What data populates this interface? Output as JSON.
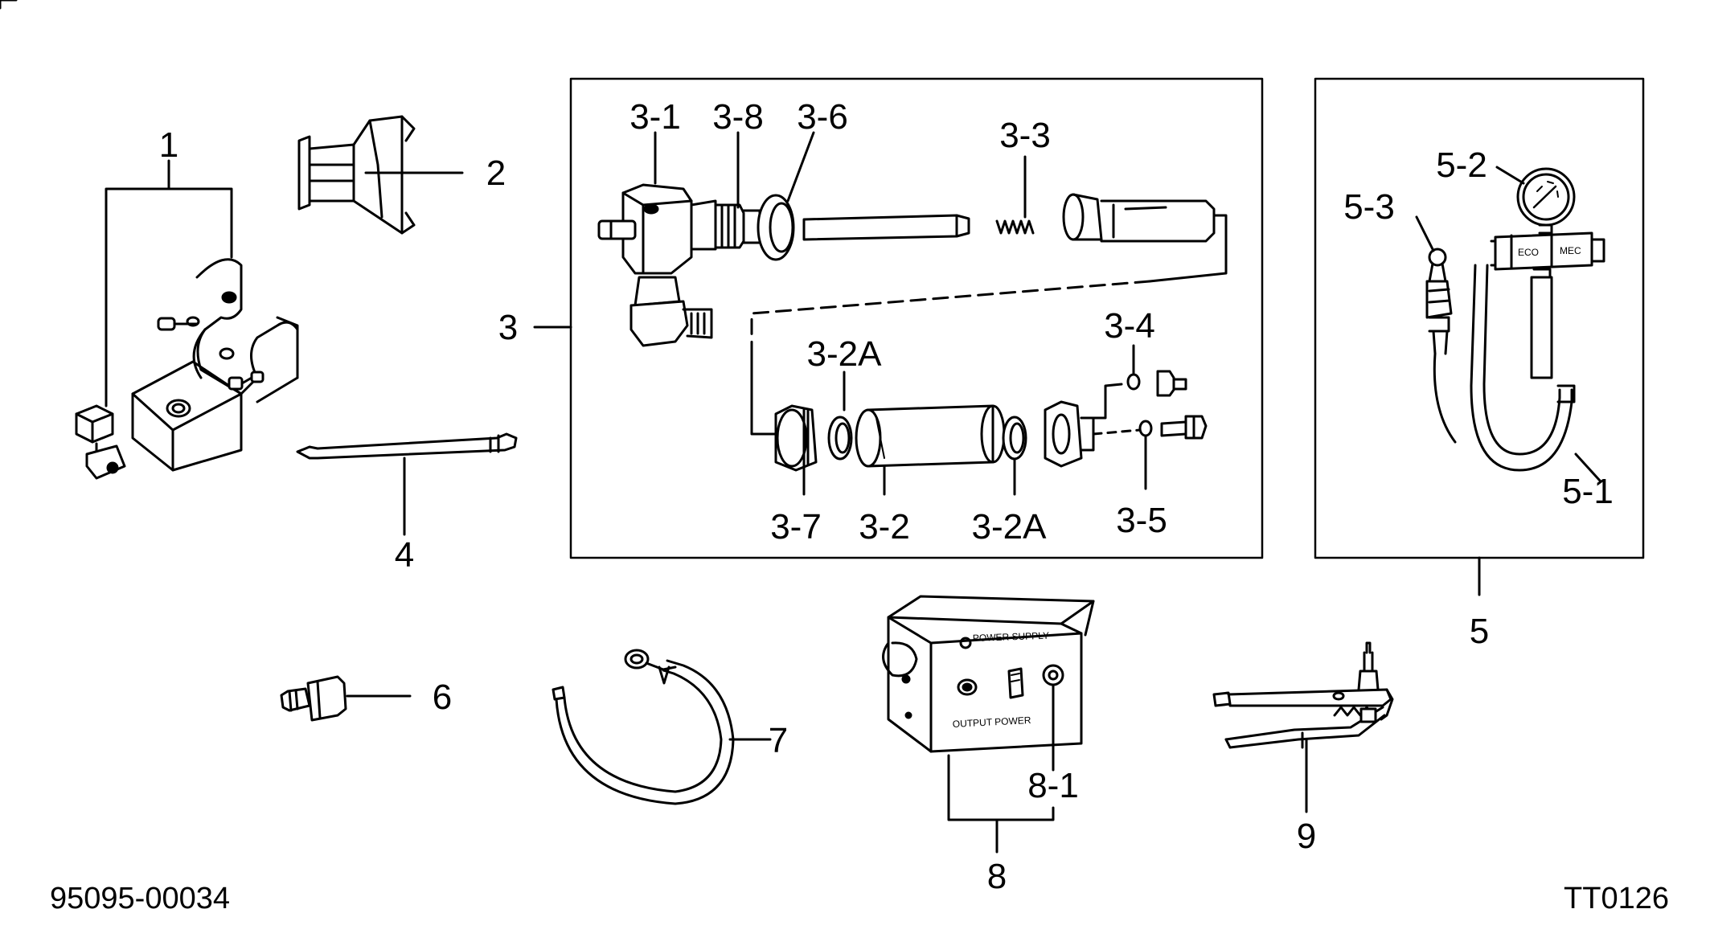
{
  "labels": {
    "p1": "1",
    "p2": "2",
    "p3": "3",
    "p4": "4",
    "p5": "5",
    "p6": "6",
    "p7": "7",
    "p8": "8",
    "p9": "9",
    "p3_1": "3-1",
    "p3_8": "3-8",
    "p3_6": "3-6",
    "p3_3": "3-3",
    "p3_4": "3-4",
    "p3_2A_top": "3-2A",
    "p3_7": "3-7",
    "p3_2": "3-2",
    "p3_2A_bottom": "3-2A",
    "p3_5": "3-5",
    "p5_1": "5-1",
    "p5_2": "5-2",
    "p5_3": "5-3",
    "p8_1": "8-1"
  },
  "codes": {
    "left": "95095-00034",
    "right": "TT0126"
  },
  "box_lettering": {
    "supply": "POWER SUPPLY",
    "output": "OUTPUT POWER"
  },
  "gauge_lettering": {
    "eco": "ECO",
    "mec": "MEC"
  },
  "colors": {
    "ink": "#000000",
    "paper": "#ffffff"
  }
}
